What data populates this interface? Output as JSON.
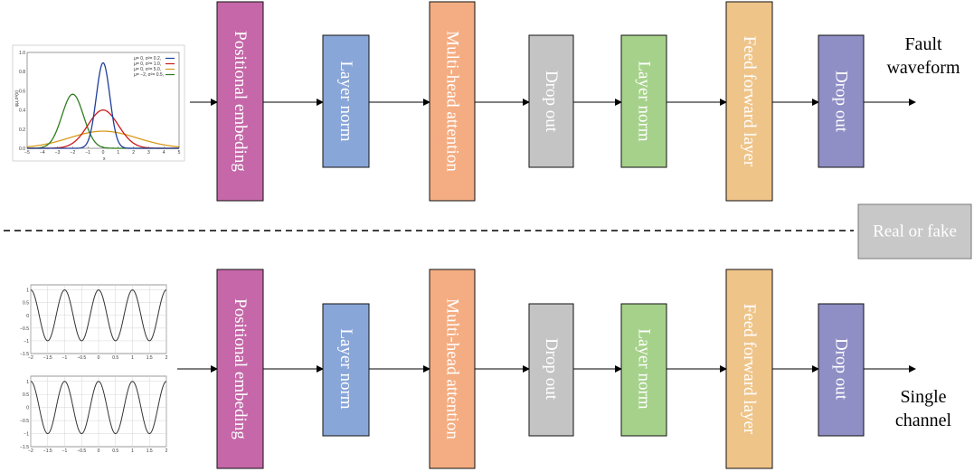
{
  "top_row": {
    "blocks": [
      {
        "label": "Positional embeding",
        "color": "#c567a8"
      },
      {
        "label": "Layer norm",
        "color": "#89a6d8"
      },
      {
        "label": "Multi-head attention",
        "color": "#f4ad82"
      },
      {
        "label": "Drop out",
        "color": "#c4c4c4"
      },
      {
        "label": "Layer norm",
        "color": "#a6d18a"
      },
      {
        "label": "Feed forward layer",
        "color": "#efc489"
      },
      {
        "label": "Drop out",
        "color": "#8f8ec5"
      }
    ],
    "output_line1": "Fault",
    "output_line2": "waveform"
  },
  "bottom_row": {
    "blocks": [
      {
        "label": "Positional embeding",
        "color": "#c567a8"
      },
      {
        "label": "Layer norm",
        "color": "#89a6d8"
      },
      {
        "label": "Multi-head attention",
        "color": "#f4ad82"
      },
      {
        "label": "Drop out",
        "color": "#c4c4c4"
      },
      {
        "label": "Layer norm",
        "color": "#a6d18a"
      },
      {
        "label": "Feed forward layer",
        "color": "#efc489"
      },
      {
        "label": "Drop out",
        "color": "#8f8ec5"
      }
    ],
    "output_line1": "Single",
    "output_line2": "channel"
  },
  "discriminator": {
    "label": "Real or fake",
    "color": "#c8c8c8"
  },
  "gaussian_plot": {
    "ylabel": "φμ,σ²(x)",
    "xlabel": "x",
    "legend": [
      {
        "label": "μ= 0,  σ²= 0.2,",
        "color": "#1f3f9a"
      },
      {
        "label": "μ= 0,  σ²= 1.0,",
        "color": "#cc1a1a"
      },
      {
        "label": "μ= 0,  σ²= 5.0,",
        "color": "#d89a1a"
      },
      {
        "label": "μ= −2, σ²= 0.5,",
        "color": "#2e7d1e"
      }
    ],
    "x_ticks": [
      "−5",
      "−4",
      "−3",
      "−2",
      "−1",
      "0",
      "1",
      "2",
      "3",
      "4",
      "5"
    ],
    "y_ticks": [
      "1.0",
      "0.8",
      "0.6",
      "0.4",
      "0.2",
      "0.0"
    ]
  },
  "sine_plot": {
    "x_ticks": [
      "−2",
      "−1.5",
      "−1",
      "−0.5",
      "0",
      "0.5",
      "1",
      "1.5",
      "2"
    ],
    "y_ticks": [
      "1",
      "0.5",
      "0",
      "−0.5",
      "−1",
      "−1.5"
    ]
  }
}
